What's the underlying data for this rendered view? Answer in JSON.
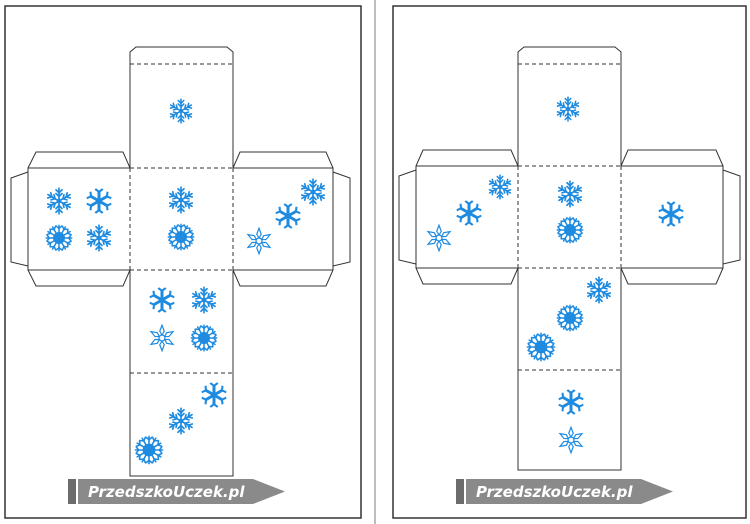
{
  "brand": {
    "left_label": "PrzedszkoUczek.pl",
    "right_label": "PrzedszkoUczek.pl"
  },
  "colors": {
    "flake_blue": "#1e8be0",
    "flake_light": "#6fc0f5",
    "banner_gray": "#8a8a8a",
    "outline": "#333333",
    "dash": "#333333"
  },
  "icons": {
    "flake": "snowflake-icon",
    "pencil": "pencil-icon"
  },
  "left_die": {
    "faces": [
      {
        "name": "top",
        "count": 1
      },
      {
        "name": "left",
        "count": 4
      },
      {
        "name": "center",
        "count": 2
      },
      {
        "name": "right",
        "count": 3
      },
      {
        "name": "lower",
        "count": 4
      },
      {
        "name": "bottom",
        "count": 3
      }
    ]
  },
  "right_die": {
    "faces": [
      {
        "name": "top",
        "count": 1
      },
      {
        "name": "left",
        "count": 3
      },
      {
        "name": "center",
        "count": 2
      },
      {
        "name": "right",
        "count": 1
      },
      {
        "name": "lower",
        "count": 3
      },
      {
        "name": "bottom",
        "count": 2
      }
    ]
  }
}
